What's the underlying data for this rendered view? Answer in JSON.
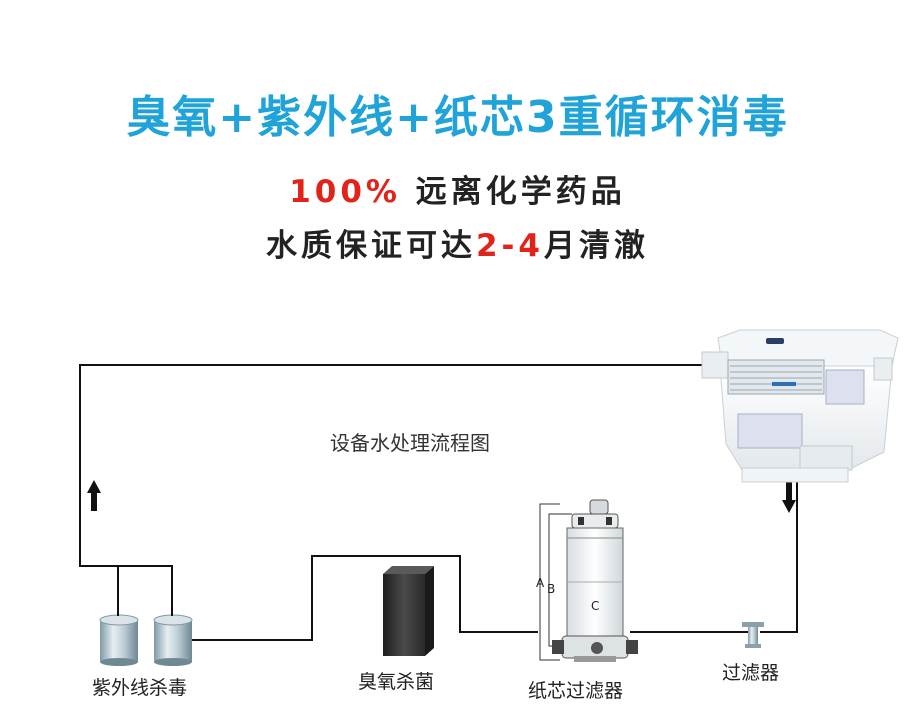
{
  "headline": "臭氧+紫外线+纸芯3重循环消毒",
  "line1": {
    "highlight": "100%",
    "rest": " 远离化学药品"
  },
  "line2": {
    "pre": "水质保证可达",
    "highlight": "2-4",
    "post": "月清澈"
  },
  "caption": "设备水处理流程图",
  "components": {
    "uv": "紫外线杀毒",
    "ozone": "臭氧杀菌",
    "cartridge": "纸芯过滤器",
    "filter": "过滤器"
  },
  "dimension_marks": {
    "a": "A",
    "b": "B",
    "c": "C"
  },
  "colors": {
    "headline": "#1fa3d8",
    "highlight": "#e2231a",
    "pipe": "#111111"
  },
  "icons": [
    "arrow-up-icon",
    "arrow-down-icon"
  ]
}
